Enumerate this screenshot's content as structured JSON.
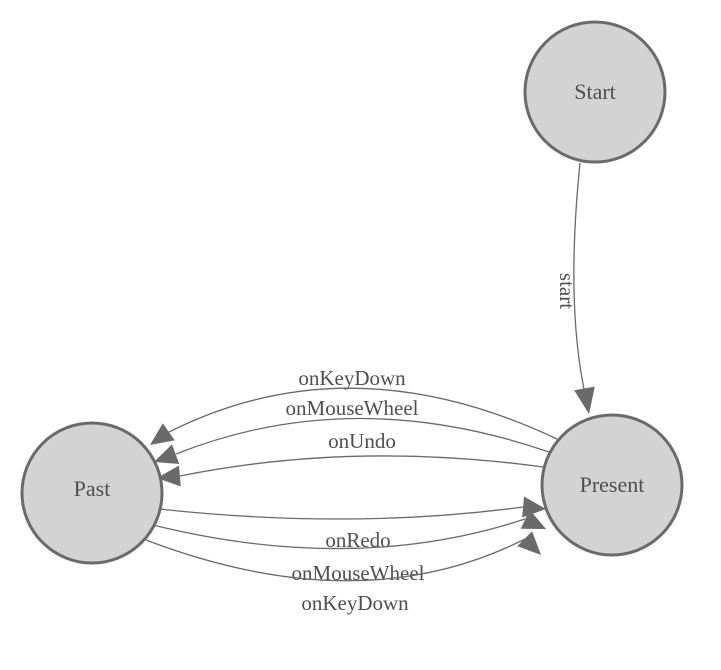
{
  "diagram": {
    "type": "state-machine",
    "nodes": [
      {
        "id": "start",
        "label": "Start"
      },
      {
        "id": "past",
        "label": "Past"
      },
      {
        "id": "present",
        "label": "Present"
      }
    ],
    "edges": [
      {
        "from": "start",
        "to": "present",
        "label": "start"
      },
      {
        "from": "present",
        "to": "past",
        "label": "onKeyDown"
      },
      {
        "from": "present",
        "to": "past",
        "label": "onMouseWheel"
      },
      {
        "from": "present",
        "to": "past",
        "label": "onUndo"
      },
      {
        "from": "past",
        "to": "present",
        "label": "onRedo"
      },
      {
        "from": "past",
        "to": "present",
        "label": "onMouseWheel"
      },
      {
        "from": "past",
        "to": "present",
        "label": "onKeyDown"
      }
    ],
    "colors": {
      "node_fill": "#d3d3d3",
      "node_stroke": "#6a6a6a",
      "edge_stroke": "#6a6a6a",
      "text": "#4f4f4f",
      "background": "#ffffff"
    }
  }
}
